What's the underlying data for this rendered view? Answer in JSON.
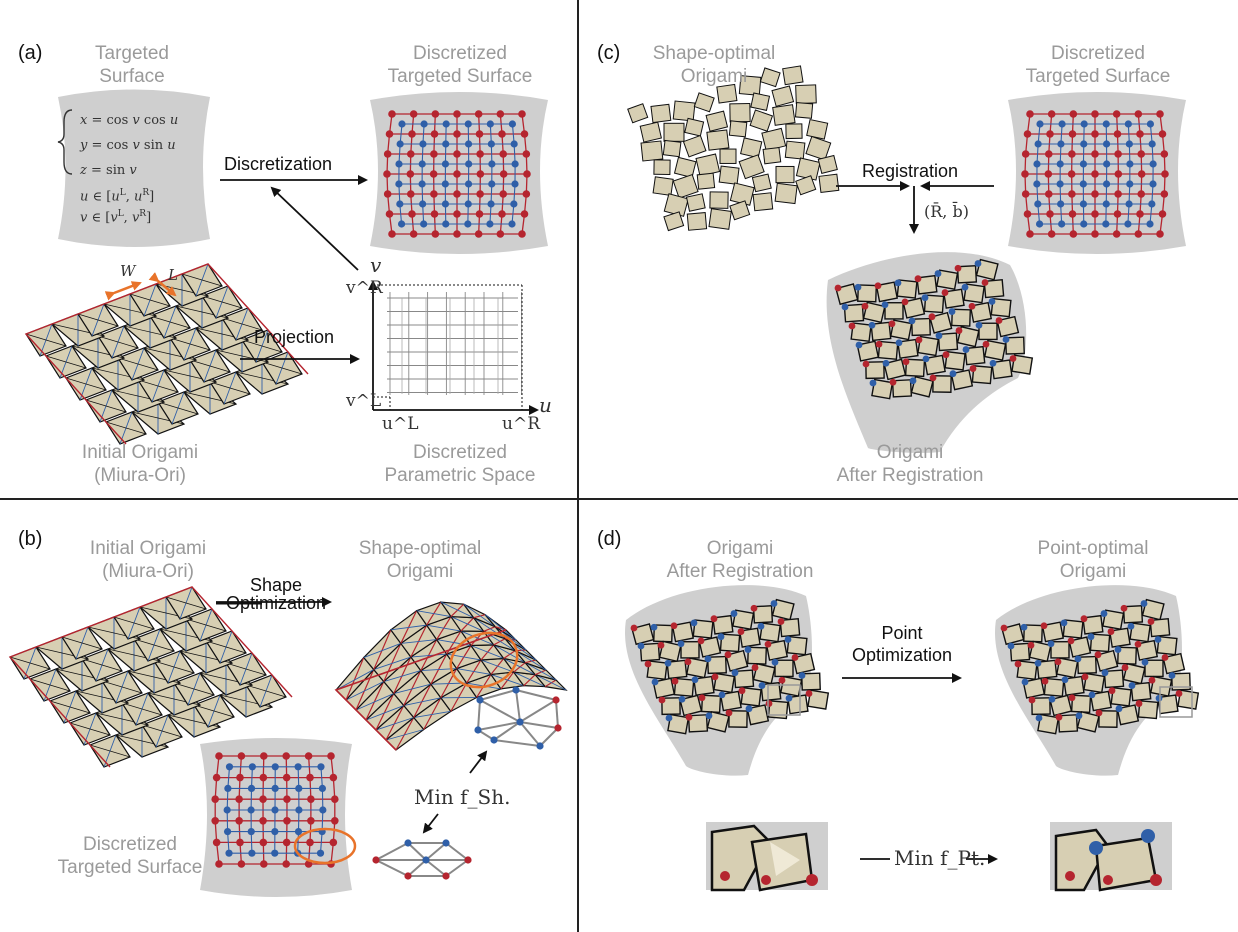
{
  "panel_a": {
    "tag": "(a)",
    "targeted_surface": [
      "Targeted",
      "Surface"
    ],
    "discretized_targeted_surface": [
      "Discretized",
      "Targeted Surface"
    ],
    "initial_origami": [
      "Initial Origami",
      "(Miura-Ori)"
    ],
    "discretized_parametric_space": [
      "Discretized",
      "Parametric Space"
    ],
    "discretization_label": "Discretization",
    "projection_label": "Projection",
    "equations": [
      "x = cos v cos u",
      "y = cos v sin u",
      "z = sin v",
      "u ∈ [u^L, u^R]",
      "v ∈ [v^L, v^R]"
    ],
    "dim_w": "W",
    "dim_l": "L",
    "axis_u": "u",
    "axis_v": "v",
    "tick_uL": "u^L",
    "tick_uR": "u^R",
    "tick_vL": "v^L",
    "tick_vR": "v^R"
  },
  "panel_b": {
    "tag": "(b)",
    "initial_origami": [
      "Initial Origami",
      "(Miura-Ori)"
    ],
    "shape_optimal_origami": [
      "Shape-optimal",
      "Origami"
    ],
    "shape_optimization_label": [
      "Shape",
      "Optimization"
    ],
    "discretized_targeted_surface": [
      "Discretized",
      "Targeted Surface"
    ],
    "min_label": "Min f_Sh."
  },
  "panel_c": {
    "tag": "(c)",
    "shape_optimal_origami": [
      "Shape-optimal",
      "Origami"
    ],
    "discretized_targeted_surface": [
      "Discretized",
      "Targeted Surface"
    ],
    "registration_label": "Registration",
    "transform_label": "(R̄, b̄)",
    "origami_after_registration": [
      "Origami",
      "After Registration"
    ]
  },
  "panel_d": {
    "tag": "(d)",
    "origami_after_registration": [
      "Origami",
      "After Registration"
    ],
    "point_optimal_origami": [
      "Point-optimal",
      "Origami"
    ],
    "point_optimization_label": [
      "Point",
      "Optimization"
    ],
    "min_label": "Min f_Pt."
  },
  "colors": {
    "red": "#b5252f",
    "blue": "#2f5fa8",
    "gray_surface": "#cfcfcf",
    "origami_fill": "#d7cfb3",
    "orange": "#e8732a",
    "label_gray": "#9a9a9a"
  }
}
